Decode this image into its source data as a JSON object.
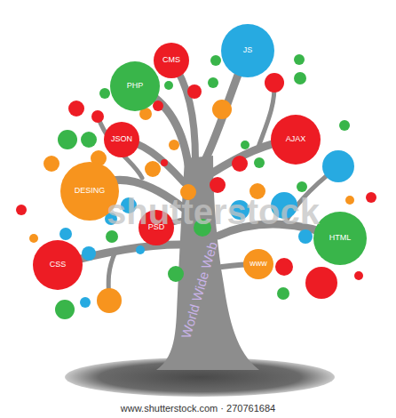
{
  "diagram": {
    "nodes": [
      {
        "text": [
          "JS"
        ]
      },
      {
        "text": [
          "CMS"
        ]
      },
      {
        "text": [
          "PHP"
        ]
      },
      {
        "text": [
          "JSON"
        ]
      },
      {
        "text": [
          "AJAX"
        ]
      },
      {
        "text": [
          "DESING"
        ]
      },
      {
        "text": [
          "PSD"
        ]
      },
      {
        "text": [
          "HTML"
        ]
      },
      {
        "text": [
          "www"
        ]
      },
      {
        "text": [
          "CSS"
        ]
      }
    ],
    "labels": [
      "World Wide Web",
      "shutterstock",
      "www.shutterstock.com · 270761684"
    ]
  }
}
